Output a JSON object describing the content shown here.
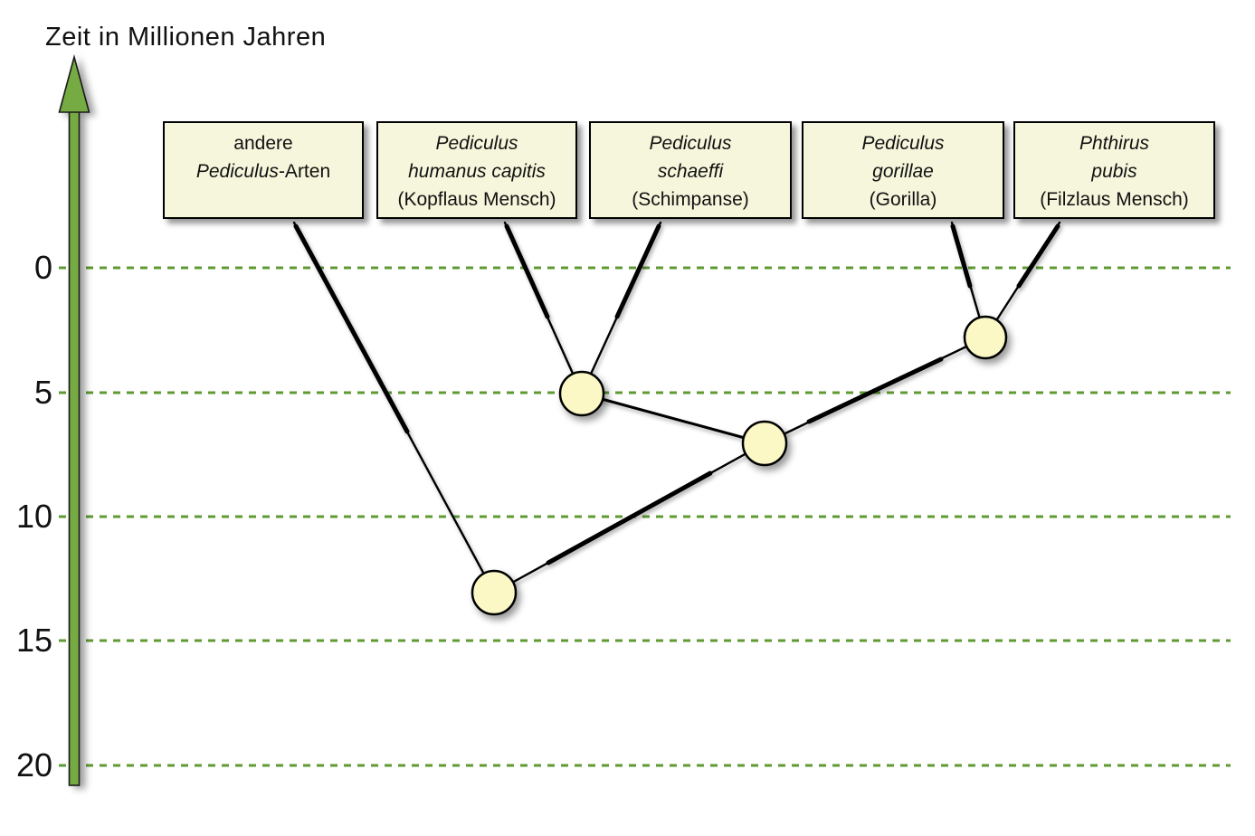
{
  "axis": {
    "title": "Zeit in Millionen Jahren",
    "ticks": [
      "0",
      "5",
      "10",
      "15",
      "20"
    ],
    "direction": "up",
    "gridline_values": [
      0,
      5,
      10,
      15,
      20
    ]
  },
  "boxes": [
    {
      "line1": "andere",
      "line2_italic": "Pediculus",
      "line2_regular": "-Arten"
    },
    {
      "line1": "Pediculus",
      "line2": "humanus capitis",
      "line3": "(Kopflaus Mensch)"
    },
    {
      "line1": "Pediculus",
      "line2": "schaeffi",
      "line3": "(Schimpanse)"
    },
    {
      "line1": "Pediculus",
      "line2": "gorillae",
      "line3": "(Gorilla)"
    },
    {
      "line1": "Phthirus",
      "line2": "pubis",
      "line3": "(Filzlaus Mensch)"
    }
  ],
  "tree": {
    "type": "phylogeny",
    "time_unit": "Millionen Jahre",
    "tips": [
      "andere Pediculus-Arten",
      "Pediculus humanus capitis (Kopflaus Mensch)",
      "Pediculus schaeffi (Schimpanse)",
      "Pediculus gorillae (Gorilla)",
      "Phthirus pubis (Filzlaus Mensch)"
    ],
    "splits": [
      {
        "name": "root-split",
        "time_mya": 13,
        "separates": [
          "andere Pediculus-Arten",
          "restliche Kladen"
        ]
      },
      {
        "name": "clade-split",
        "time_mya": 7,
        "separates": [
          "humanus capitis + schaeffi",
          "gorillae + pubis"
        ]
      },
      {
        "name": "humanus-schaeffi-split",
        "time_mya": 5,
        "separates": [
          "Pediculus humanus capitis",
          "Pediculus schaeffi"
        ]
      },
      {
        "name": "gorillae-pubis-split",
        "time_mya": 3,
        "separates": [
          "Pediculus gorillae",
          "Phthirus pubis"
        ]
      }
    ]
  },
  "colors": {
    "arrow_green": "#76ab43",
    "gridline_green": "#5f9a33",
    "box_fill": "#f6f6dc",
    "node_fill": "#fbf8c6",
    "line_black": "#000000",
    "text": "#111111",
    "background": "#ffffff"
  }
}
